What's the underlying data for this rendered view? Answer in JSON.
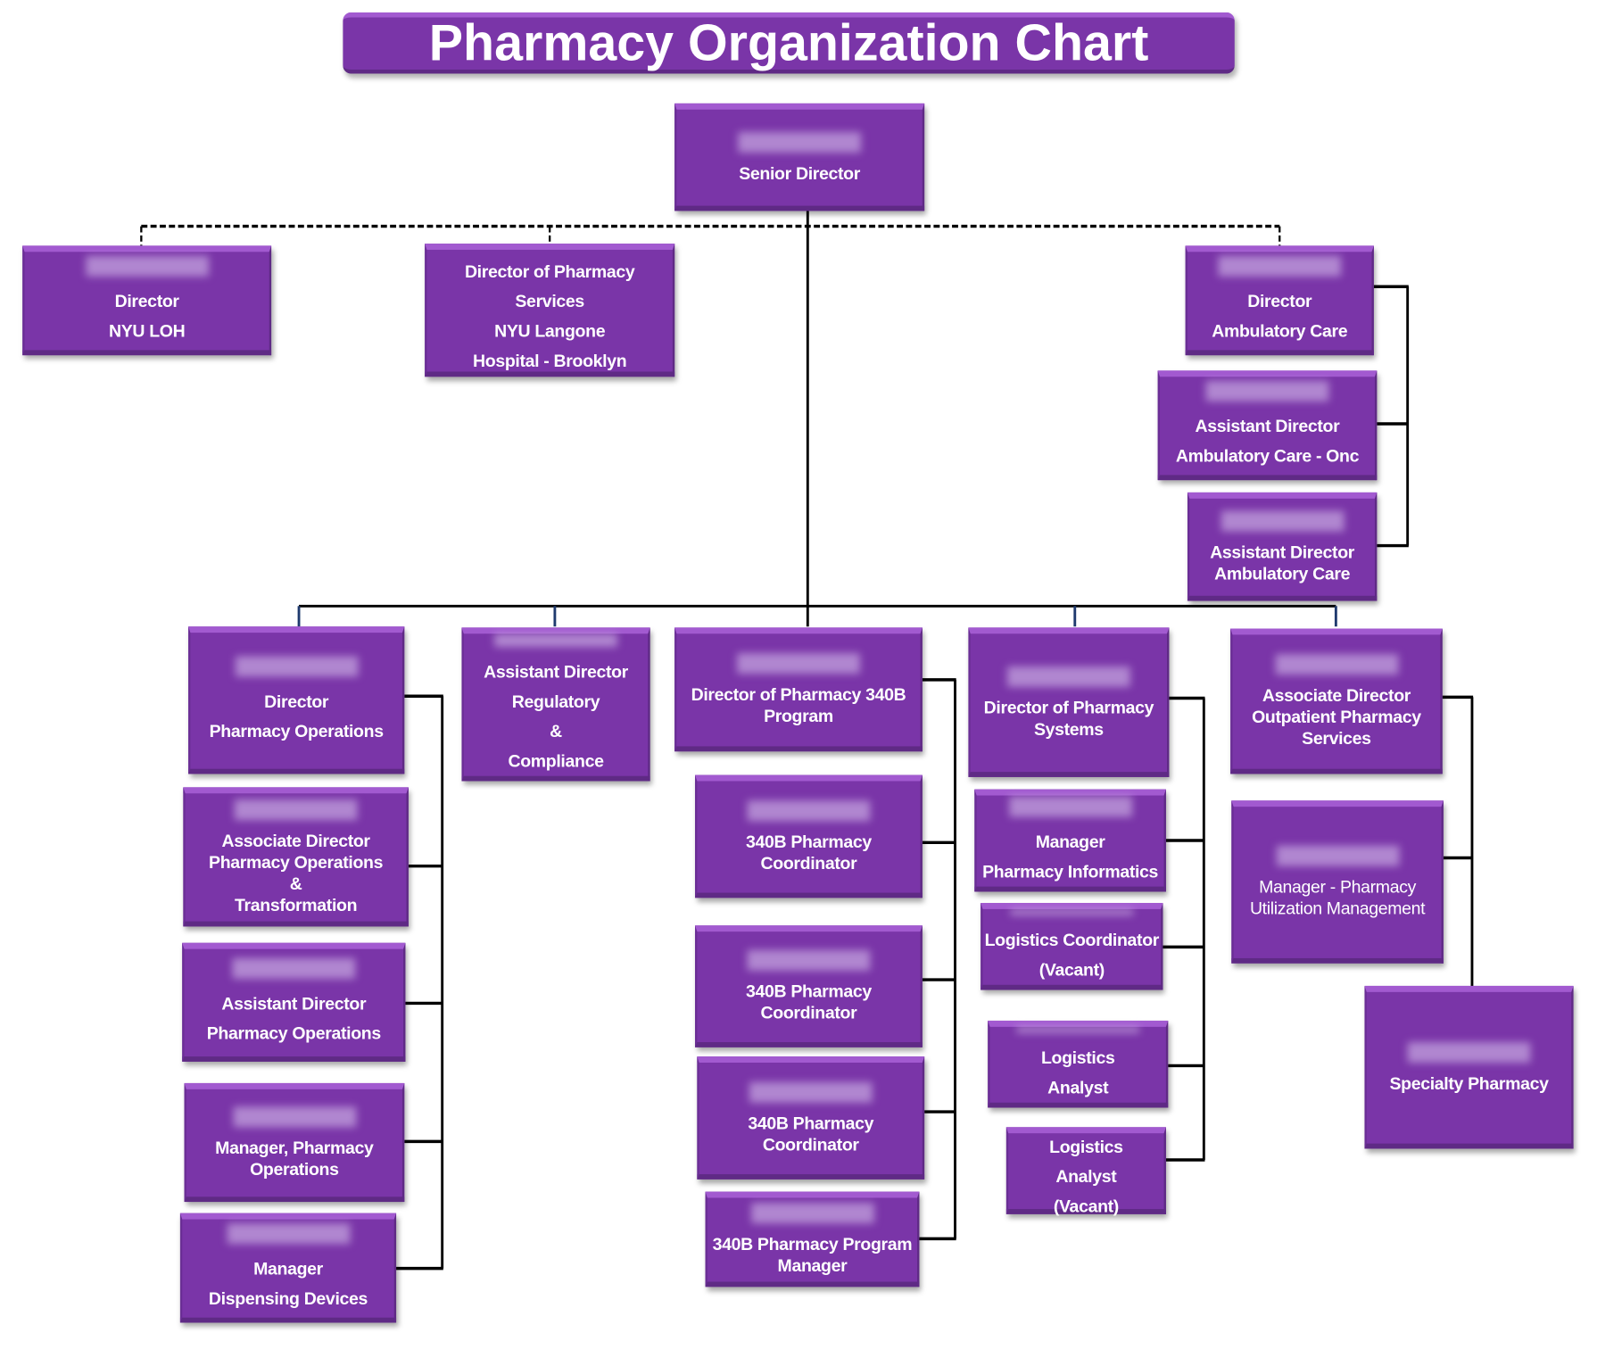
{
  "title": "Pharmacy Organization Chart",
  "boxes": {
    "senior": [
      "Senior Director"
    ],
    "nyu_loh": [
      "Director",
      "NYU LOH"
    ],
    "brooklyn": [
      "Director of Pharmacy",
      "Services",
      "NYU Langone",
      "Hospital - Brooklyn"
    ],
    "amb_dir": [
      "Director",
      "Ambulatory Care"
    ],
    "amb_onc": [
      "Assistant Director",
      "Ambulatory Care - Onc"
    ],
    "amb_asst": [
      "Assistant Director",
      "Ambulatory Care"
    ],
    "ops_dir": [
      "Director",
      "Pharmacy Operations"
    ],
    "ops_assoc": [
      "Associate Director",
      "Pharmacy Operations",
      "&",
      "Transformation"
    ],
    "ops_asst": [
      "Assistant Director",
      "Pharmacy Operations"
    ],
    "ops_mgr": [
      "Manager, Pharmacy",
      "Operations"
    ],
    "ops_disp": [
      "Manager",
      "Dispensing Devices"
    ],
    "regulatory": [
      "Assistant Director",
      "Regulatory",
      "&",
      "Compliance"
    ],
    "p340_dir": [
      "Director of Pharmacy 340B",
      "Program"
    ],
    "p340_c1": [
      "340B Pharmacy",
      "Coordinator"
    ],
    "p340_c2": [
      "340B Pharmacy",
      "Coordinator"
    ],
    "p340_c3": [
      "340B Pharmacy",
      "Coordinator"
    ],
    "p340_mgr": [
      "340B Pharmacy Program",
      "Manager"
    ],
    "sys_dir": [
      "Director of Pharmacy",
      "Systems"
    ],
    "sys_inf": [
      "Manager",
      "Pharmacy Informatics"
    ],
    "sys_log": [
      "Logistics Coordinator",
      "(Vacant)"
    ],
    "sys_la1": [
      "Logistics",
      "Analyst"
    ],
    "sys_la2": [
      "Logistics",
      "Analyst",
      "(Vacant)"
    ],
    "out_dir": [
      "Associate Director",
      "Outpatient Pharmacy",
      "Services"
    ],
    "out_um": [
      "Manager - Pharmacy",
      "Utilization Management"
    ],
    "out_spec": [
      "Specialty Pharmacy"
    ]
  },
  "colors": {
    "box": "#7a35a8",
    "line": "#000000",
    "branch": "#1f3a6e"
  }
}
